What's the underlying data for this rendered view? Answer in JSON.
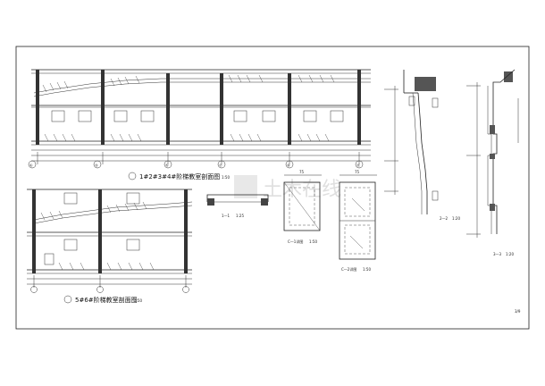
{
  "sheet": {
    "number": "3/9",
    "watermark": "土木在线"
  },
  "views": {
    "section_1234": {
      "title": "1#2#3#4#阶梯教室剖面图",
      "scale": "1:50"
    },
    "section_56": {
      "title": "5#6#阶梯教室剖面图",
      "scale": "1:50"
    },
    "detail_1": {
      "title": "1—1",
      "scale": "1:25"
    },
    "detail_c1": {
      "title": "C—1详图",
      "scale": "1:50"
    },
    "detail_c2": {
      "title": "C—2详图",
      "scale": "1:50"
    },
    "detail_2": {
      "title": "2—2",
      "scale": "1:20"
    },
    "detail_3": {
      "title": "3—3",
      "scale": "1:20"
    }
  },
  "axes_top": [
    "①",
    "③",
    "⑤",
    "⑦",
    "⑨",
    "⑪"
  ],
  "dims_c": {
    "w1": "75",
    "w2": "75"
  }
}
